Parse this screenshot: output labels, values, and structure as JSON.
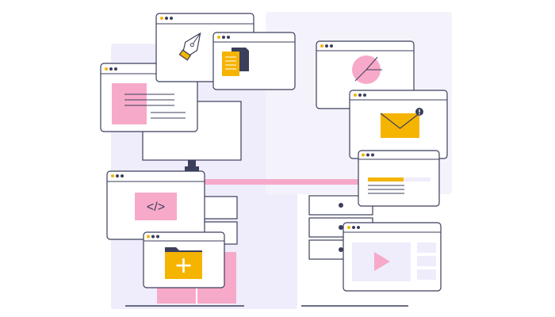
{
  "illustration": {
    "colors": {
      "outline": "#3b3f5c",
      "pink": "#f7a9c9",
      "lavender": "#efedfb",
      "lavender_dark": "#dcd9f3",
      "yellow": "#f5b400",
      "dot_yellow": "#f5b400",
      "dot_navy": "#3b3f5c"
    },
    "code_window": {
      "icon": "code-brackets-icon",
      "text": "</>"
    },
    "windows": [
      {
        "name": "pen-tool-window",
        "icon": "pen-nib-icon"
      },
      {
        "name": "documents-window",
        "icon": "documents-icon"
      },
      {
        "name": "analytics-window",
        "icon": "pie-chart-icon"
      },
      {
        "name": "mail-window",
        "icon": "envelope-icon"
      },
      {
        "name": "text-block-window",
        "icon": "text-lines-icon"
      },
      {
        "name": "layout-window",
        "icon": "image-text-icon"
      },
      {
        "name": "code-window",
        "icon": "code-brackets-icon"
      },
      {
        "name": "folder-window",
        "icon": "folder-add-icon"
      },
      {
        "name": "video-window",
        "icon": "play-icon"
      }
    ]
  }
}
